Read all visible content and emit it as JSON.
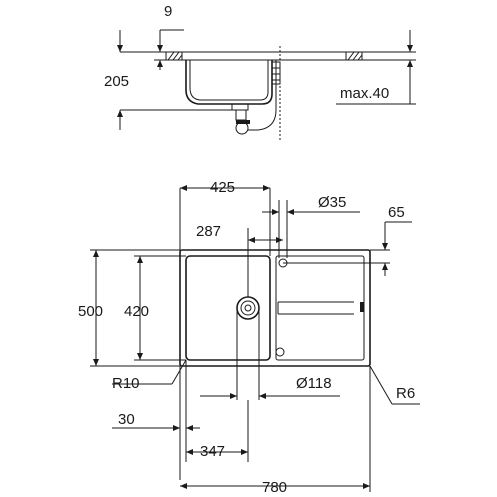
{
  "top_view": {
    "dim_rim_thickness": "9",
    "dim_depth": "205",
    "dim_counter_max": "max.40"
  },
  "plan_view": {
    "dim_bowl_width": "425",
    "dim_tap_hole_diameter": "Ø35",
    "dim_tap_offset_top": "65",
    "dim_tap_offset_x": "287",
    "dim_total_depth": "500",
    "dim_bowl_depth": "420",
    "dim_corner_radius_bowl": "R10",
    "dim_waste_diameter": "Ø118",
    "dim_corner_radius_outer": "R6",
    "dim_edge_offset": "30",
    "dim_waste_center": "347",
    "dim_total_width": "780"
  },
  "colors": {
    "ink": "#1a1a1a",
    "background": "#ffffff"
  }
}
